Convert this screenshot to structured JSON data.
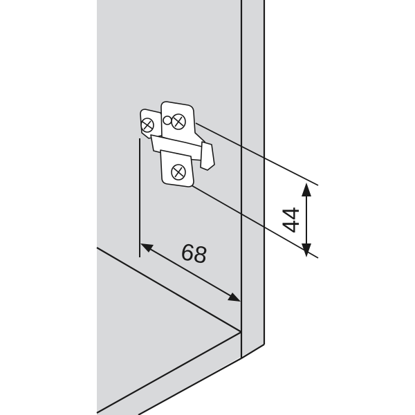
{
  "diagram": {
    "title": "Hinge mounting plate position on cabinet side panel",
    "colors": {
      "background": "#ffffff",
      "panel_fill": "#d8d9db",
      "line": "#1a1a1a",
      "part_fill": "#ffffff"
    },
    "dimensions": {
      "horizontal": {
        "value": "68",
        "description": "distance from front edge of cabinet to screw line"
      },
      "vertical": {
        "value": "44",
        "description": "distance between mounting plate screw centers"
      }
    },
    "components": [
      {
        "name": "cabinet-side-panel"
      },
      {
        "name": "cabinet-front-edge"
      },
      {
        "name": "cabinet-bottom-panel"
      },
      {
        "name": "mounting-plate"
      },
      {
        "name": "mounting-screws",
        "count": 3
      }
    ]
  }
}
